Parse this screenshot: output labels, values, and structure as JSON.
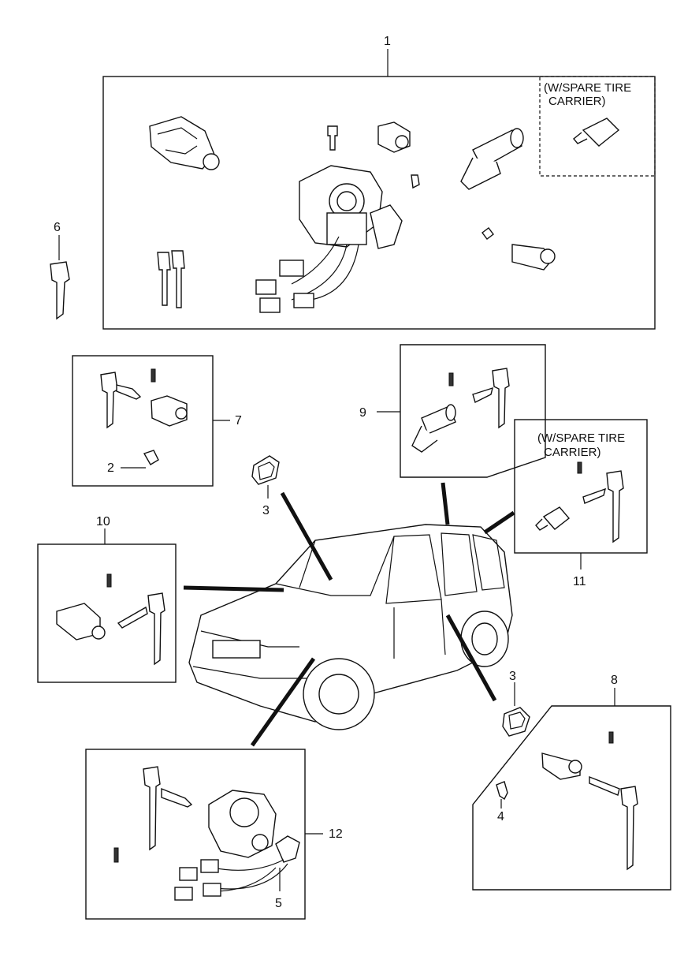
{
  "callouts": {
    "c1": "1",
    "c2": "2",
    "c3a": "3",
    "c3b": "3",
    "c4": "4",
    "c5": "5",
    "c6": "6",
    "c7": "7",
    "c8": "8",
    "c9": "9",
    "c10": "10",
    "c11": "11",
    "c12": "12"
  },
  "notes": {
    "spare_tire_1_line1": "(W/SPARE TIRE",
    "spare_tire_1_line2": "CARRIER)",
    "spare_tire_2_line1": "(W/SPARE TIRE",
    "spare_tire_2_line2": "CARRIER)"
  },
  "icons": [
    "ignition-switch-icon",
    "door-lock-cylinder-icon",
    "key-icon",
    "vehicle-icon",
    "wire-harness-icon",
    "bezel-icon"
  ]
}
